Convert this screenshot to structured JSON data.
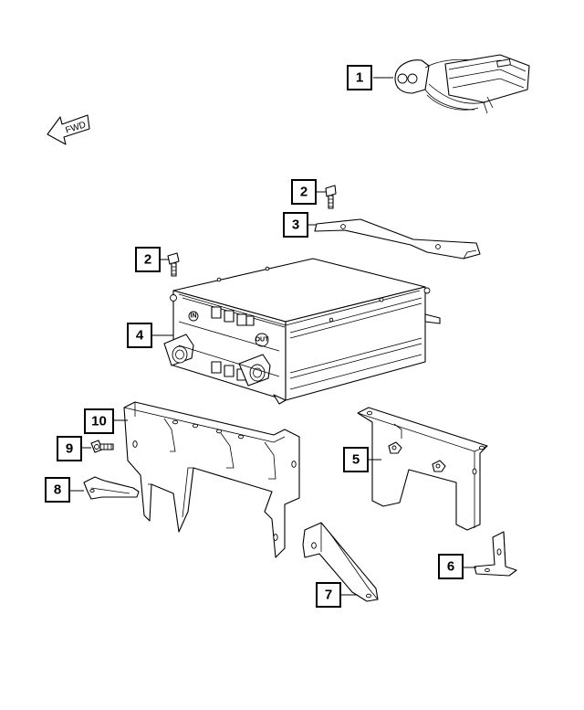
{
  "fwd_indicator": {
    "label": "FWD"
  },
  "module_ports": {
    "inlet": "IN",
    "outlet": "OUT"
  },
  "callouts": [
    {
      "id": "callout-1a",
      "label": "1"
    },
    {
      "id": "callout-2a",
      "label": "2"
    },
    {
      "id": "callout-3",
      "label": "3"
    },
    {
      "id": "callout-2b",
      "label": "2"
    },
    {
      "id": "callout-4",
      "label": "4"
    },
    {
      "id": "callout-10",
      "label": "10"
    },
    {
      "id": "callout-9",
      "label": "9"
    },
    {
      "id": "callout-5",
      "label": "5"
    },
    {
      "id": "callout-8",
      "label": "8"
    },
    {
      "id": "callout-6",
      "label": "6"
    },
    {
      "id": "callout-7",
      "label": "7"
    }
  ]
}
